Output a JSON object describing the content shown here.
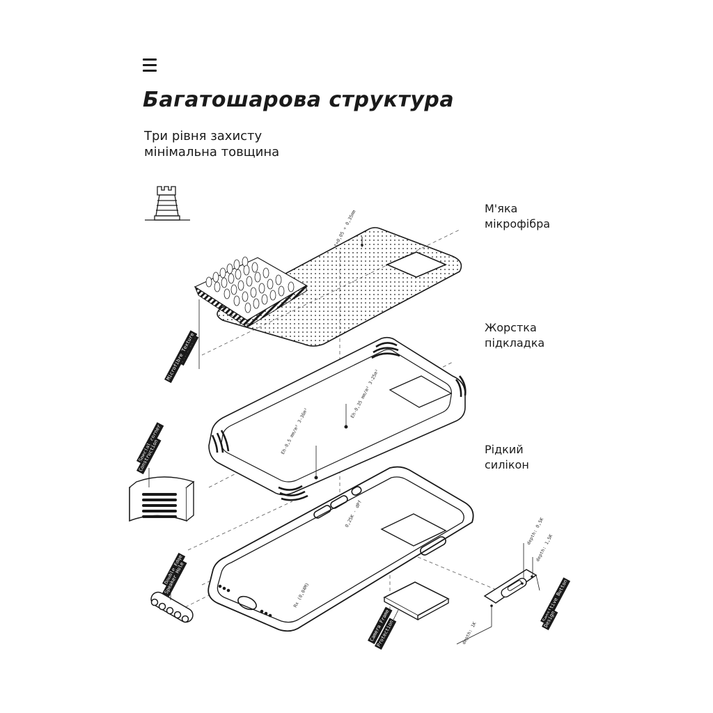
{
  "header": {
    "menu_icon": "hamburger-menu-icon",
    "title": "Багатошарова структура",
    "subtitle_line1": "Три рівня захисту",
    "subtitle_line2": "мінімальна товщина"
  },
  "layers": [
    {
      "line1": "М'яка",
      "line2": "мікрофібра"
    },
    {
      "line1": "Жорстка",
      "line2": "підкладка"
    },
    {
      "line1": "Рідкий",
      "line2": "силікон"
    }
  ],
  "tags": {
    "microfibre_1": "Ultra-Soft",
    "microfibre_2": "Microfibre Texture",
    "corner_1": "Special corner",
    "corner_2": "Construction",
    "speaker_1": "Double Edge",
    "speaker_2": "Speaker Hole",
    "camera_1": "Camera Frame",
    "camera_2": "Protection",
    "button_1": "Sensitive Button",
    "button_2": "Design"
  },
  "dims": {
    "top": "t=0,05 ÷ 0,35mm",
    "mid1": "Eh-0,35 mm/m² 3-25m²",
    "mid2": "Eh-0,5 mm/m² 3-36m²",
    "bot1": "0,25K - dPf",
    "bot2": "Rx (0,04M)",
    "depth05": "depth: 0,5K",
    "depth15": "depth: 1,5K",
    "depth1": "depth: 1K"
  },
  "colors": {
    "ink": "#1a1a1a",
    "background": "#ffffff"
  }
}
